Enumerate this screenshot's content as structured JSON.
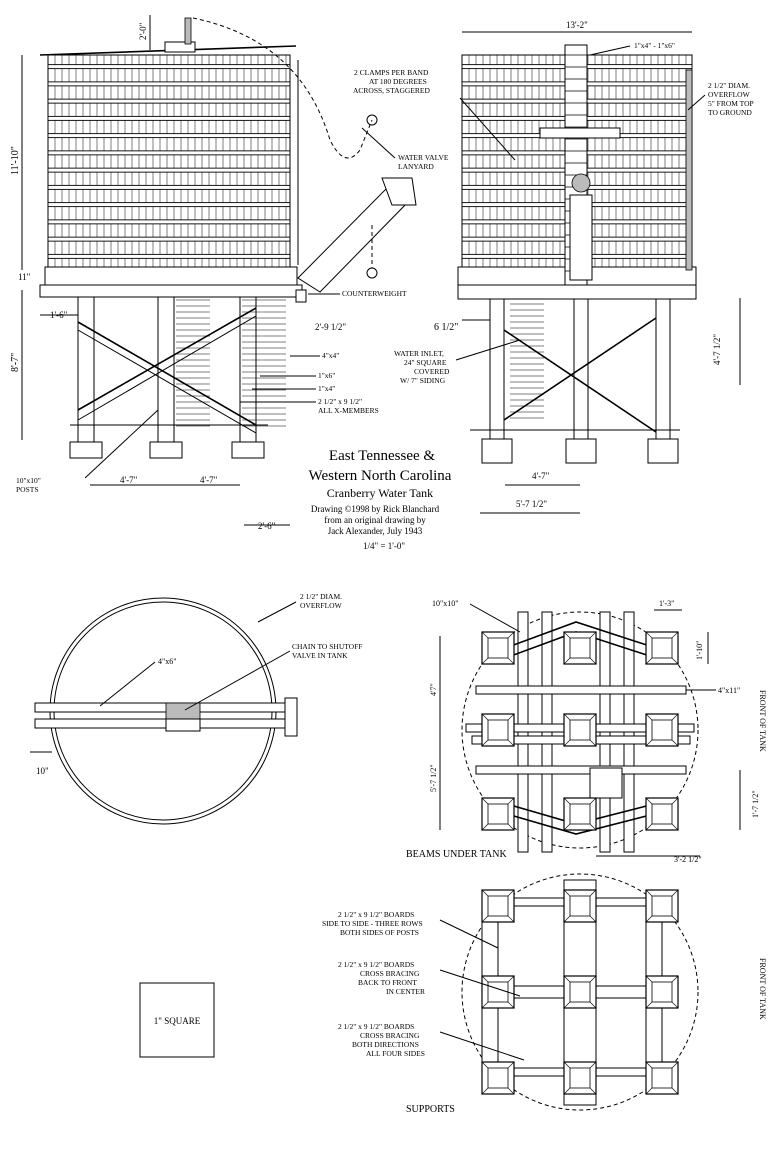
{
  "title": {
    "line1": "East Tennessee &",
    "line2": "Western North Carolina",
    "line3": "Cranberry Water Tank",
    "credit1": "Drawing ©1998 by Rick Blanchard",
    "credit2": "from an original drawing by",
    "credit3": "Jack Alexander, July 1943",
    "scale": "1/4\" = 1'-0\""
  },
  "side_view": {
    "dim_top": "2'-0\"",
    "dim_height": "11'-10\"",
    "dim_base": "11\"",
    "dim_16": "1'-6\"",
    "dim_87": "8'-7\"",
    "dim_2912": "2'-9 1/2\"",
    "dim_47a": "4'-7\"",
    "dim_47b": "4'-7\"",
    "dim_26": "2'-6\"",
    "lbl_lanyard": [
      "WATER VALVE",
      "LANYARD"
    ],
    "lbl_counterweight": "COUNTERWEIGHT",
    "lbl_4x4": "4\"x4\"",
    "lbl_1x6": "1\"x6\"",
    "lbl_1x4": "1\"x4\"",
    "lbl_xmembers": [
      "2 1/2\" x 9 1/2\"",
      "ALL X-MEMBERS"
    ],
    "lbl_posts": [
      "10\"x10\"",
      "POSTS"
    ]
  },
  "front_view": {
    "dim_width": "13'-2\"",
    "dim_612": "6 1/2\"",
    "dim_4712": "4'-7 1/2\"",
    "dim_47": "4'-7\"",
    "dim_5712": "5'-7 1/2\"",
    "lbl_clamps": [
      "2 CLAMPS PER BAND",
      "AT 180 DEGREES",
      "ACROSS, STAGGERED"
    ],
    "lbl_1x4_1x6": "1\"x4\" - 1\"x6\"",
    "lbl_overflow": [
      "2 1/2\" DIAM.",
      "OVERFLOW",
      "5\" FROM TOP",
      "TO GROUND"
    ],
    "lbl_inlet": [
      "WATER INLET,",
      "24\" SQUARE",
      "COVERED",
      "W/ 7\" SIDING"
    ]
  },
  "plan_view": {
    "lbl_overflow": [
      "2 1/2\" DIAM.",
      "OVERFLOW"
    ],
    "lbl_chain": [
      "CHAIN TO SHUTOFF",
      "VALVE IN TANK"
    ],
    "lbl_4x6": "4\"x6\"",
    "dim_10": "10\""
  },
  "beams_view": {
    "caption": "BEAMS UNDER TANK",
    "lbl_10x10": "10\"x10\"",
    "dim_13": "1'-3\"",
    "dim_110": "1'-10\"",
    "dim_47": "4'7\"",
    "lbl_4x11": "4\"x11\"",
    "dim_5712": "5'-7 1/2\"",
    "dim_1712": "1'-7 1/2\"",
    "dim_3212": "3'-2 1/2\"",
    "front": "FRONT OF TANK"
  },
  "supports_view": {
    "caption": "SUPPORTS",
    "lbl_side": [
      "2 1/2\" x 9 1/2\" BOARDS",
      "SIDE TO SIDE - THREE ROWS",
      "BOTH SIDES OF POSTS"
    ],
    "lbl_cross": [
      "2 1/2\" x 9 1/2\" BOARDS",
      "CROSS BRACING",
      "BACK TO FRONT",
      "IN CENTER"
    ],
    "lbl_cross_all": [
      "2 1/2\" x 9 1/2\" BOARDS",
      "CROSS BRACING",
      "BOTH DIRECTIONS",
      "ALL FOUR SIDES"
    ],
    "front": "FRONT OF TANK"
  },
  "square_label": "1\" SQUARE"
}
